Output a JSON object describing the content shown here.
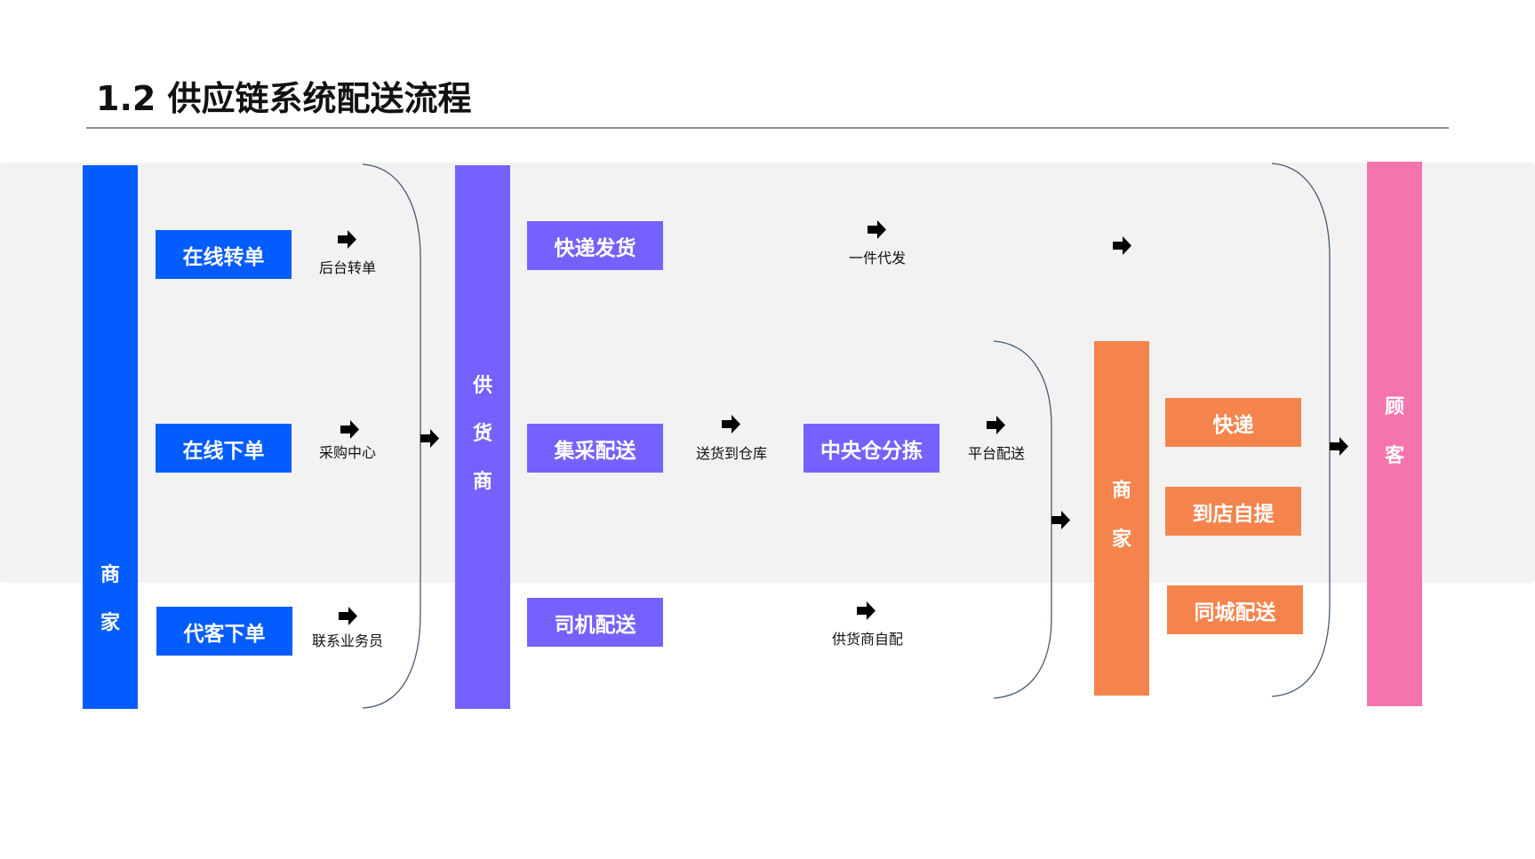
{
  "header": {
    "title": "1.2 供应链系统配送流程"
  },
  "colors": {
    "merchant_blue": "#035cfe",
    "supplier_purple": "#7562fe",
    "merchant_orange": "#f5844c",
    "customer_pink": "#f674ae",
    "band_gray": "#f2f2f2",
    "bracket_line": "#4a5a72"
  },
  "stages": {
    "merchant": {
      "chars": [
        "商",
        "家"
      ]
    },
    "supplier": {
      "chars": [
        "供",
        "货",
        "商"
      ]
    },
    "merchant2": {
      "chars": [
        "商",
        "家"
      ]
    },
    "customer": {
      "chars": [
        "顾",
        "客"
      ]
    }
  },
  "order_methods": [
    {
      "label": "在线转单",
      "channel": "后台转单"
    },
    {
      "label": "在线下单",
      "channel": "采购中心"
    },
    {
      "label": "代客下单",
      "channel": "联系业务员"
    }
  ],
  "supplier_delivery": [
    {
      "label": "快递发货",
      "channel": "一件代发"
    },
    {
      "label": "集采配送",
      "channel": "送货到仓库"
    },
    {
      "label": "司机配送",
      "channel": "供货商自配"
    }
  ],
  "central_warehouse": {
    "label": "中央仓分拣",
    "channel": "平台配送"
  },
  "merchant_delivery": [
    {
      "label": "快递"
    },
    {
      "label": "到店自提"
    },
    {
      "label": "同城配送"
    }
  ],
  "icons": {
    "flow_arrow": "right-arrow-icon",
    "bracket": "right-brace"
  }
}
